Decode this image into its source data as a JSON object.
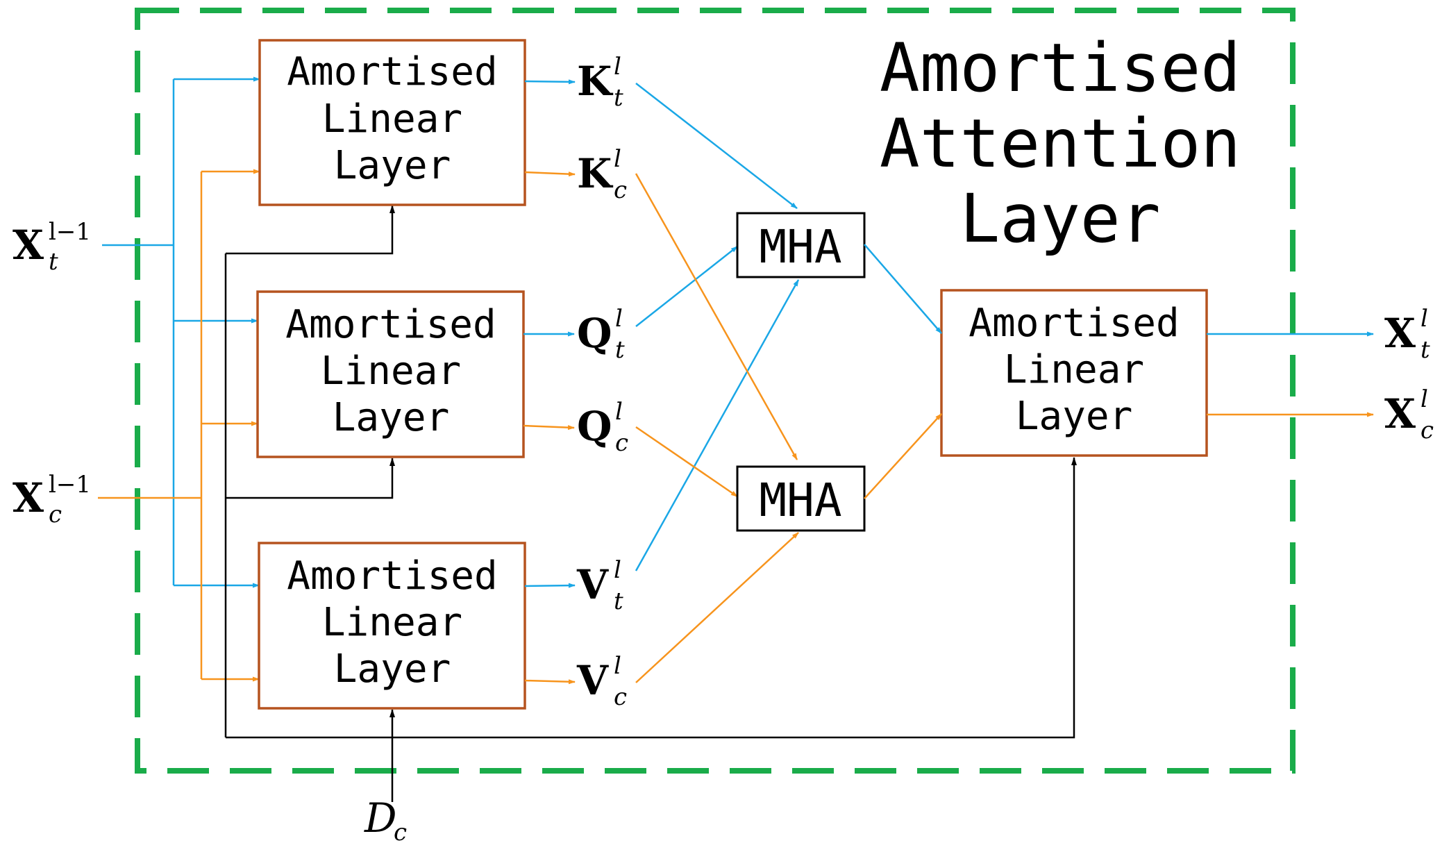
{
  "title": {
    "line1": "Amortised",
    "line2": "Attention",
    "line3": "Layer"
  },
  "linear_layer": {
    "line1": "Amortised",
    "line2": "Linear",
    "line3": "Layer"
  },
  "mha_label": "MHA",
  "inputs": {
    "xt": {
      "base": "X",
      "sub": "t",
      "sup": "l−1"
    },
    "xc": {
      "base": "X",
      "sub": "c",
      "sup": "l−1"
    },
    "dc": {
      "base": "D",
      "sub": "c"
    }
  },
  "intermediates": {
    "kt": {
      "base": "K",
      "sub": "t",
      "sup": "l"
    },
    "kc": {
      "base": "K",
      "sub": "c",
      "sup": "l"
    },
    "qt": {
      "base": "Q",
      "sub": "t",
      "sup": "l"
    },
    "qc": {
      "base": "Q",
      "sub": "c",
      "sup": "l"
    },
    "vt": {
      "base": "V",
      "sub": "t",
      "sup": "l"
    },
    "vc": {
      "base": "V",
      "sub": "c",
      "sup": "l"
    }
  },
  "outputs": {
    "xt": {
      "base": "X",
      "sub": "t",
      "sup": "l"
    },
    "xc": {
      "base": "X",
      "sub": "c",
      "sup": "l"
    }
  },
  "colors": {
    "target_path": "#1aa7e6",
    "context_path": "#f7941d",
    "layer_box": "#b5531f",
    "outer_dashed_box": "#1aac4a",
    "dataset_path": "#000000"
  }
}
